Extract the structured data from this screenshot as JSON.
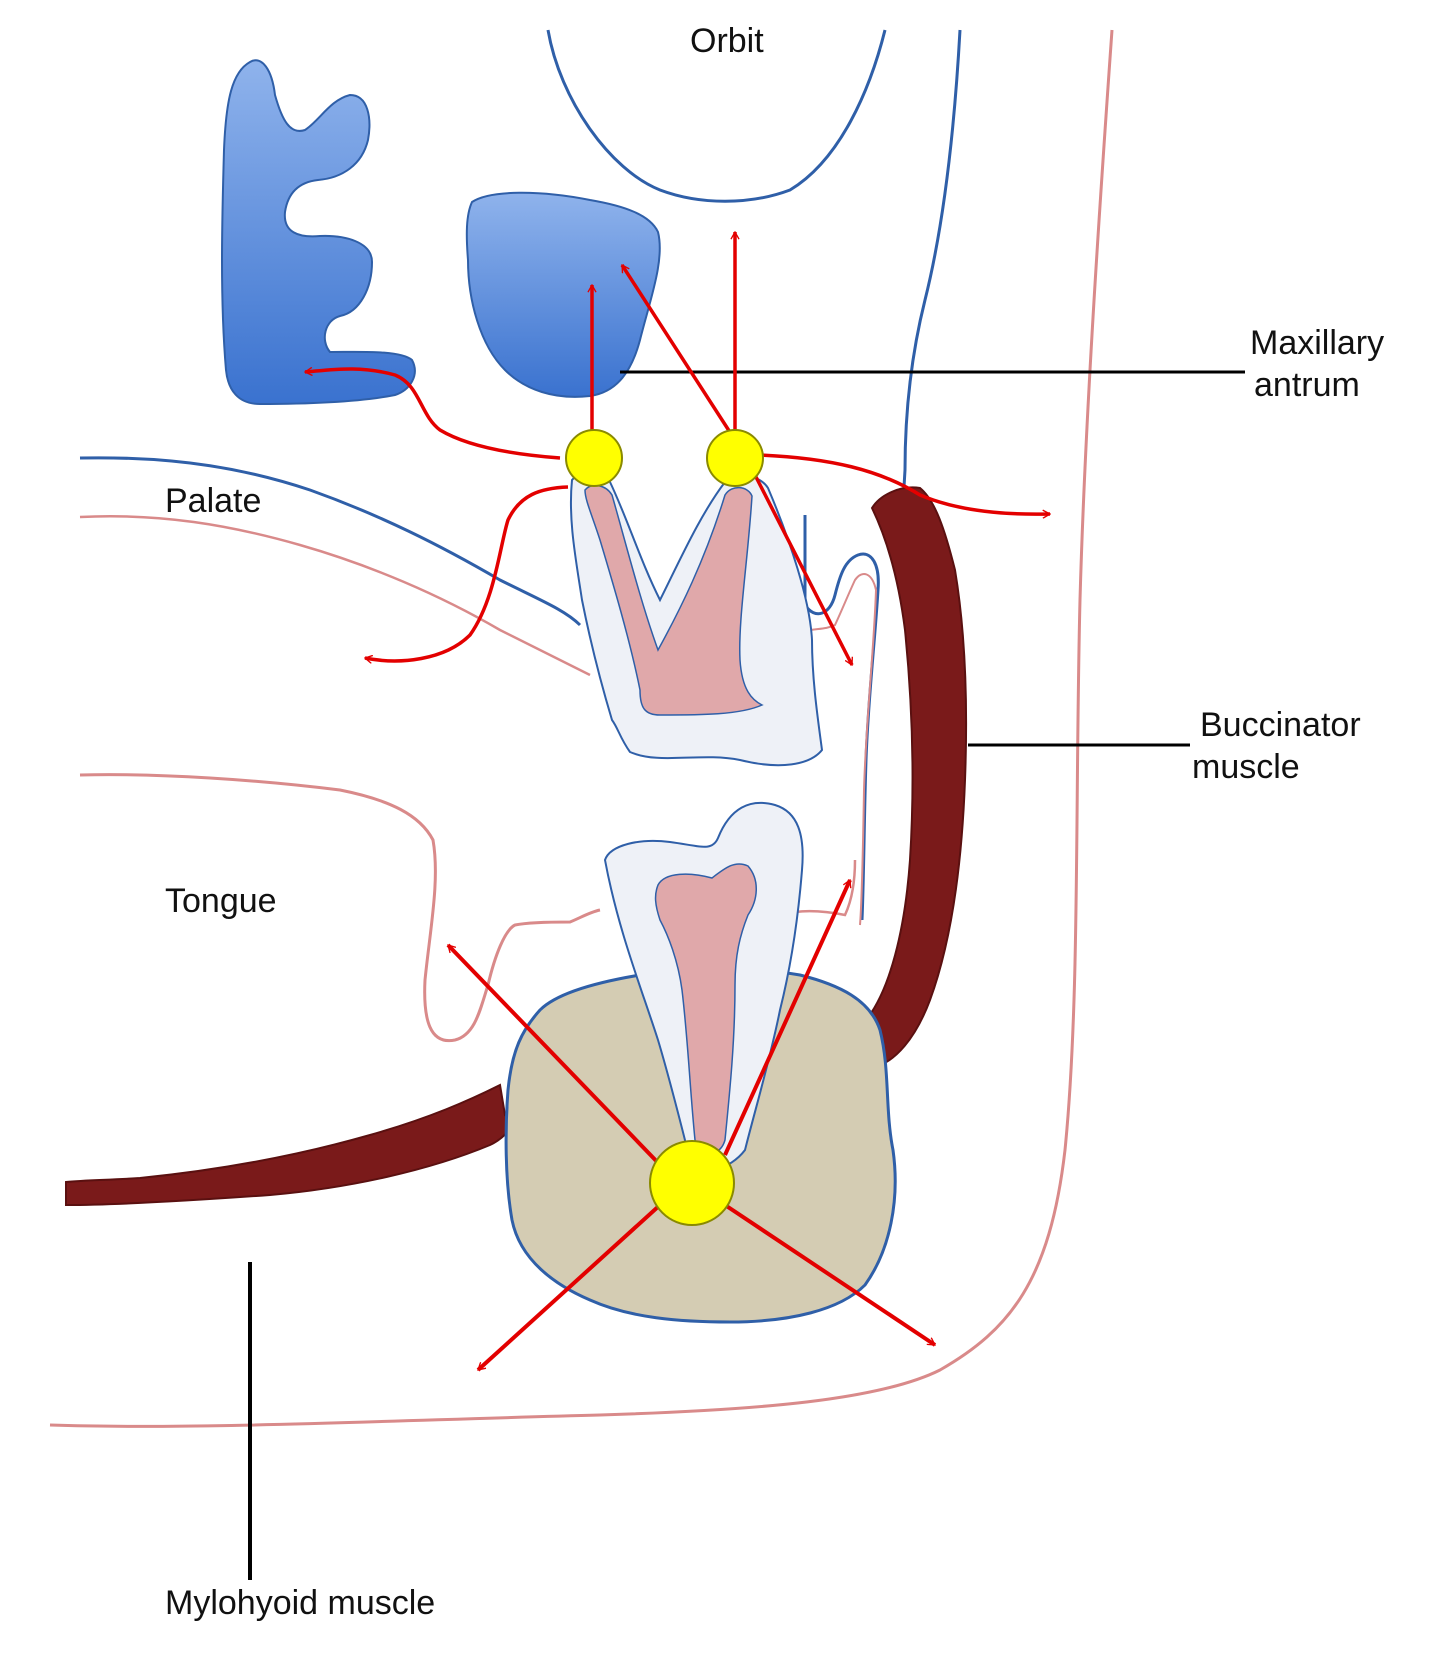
{
  "labels": {
    "orbit": "Orbit",
    "maxillary_antrum": [
      "Maxillary",
      "antrum"
    ],
    "palate": "Palate",
    "buccinator_muscle": [
      "Buccinator",
      "muscle"
    ],
    "tongue": "Tongue",
    "mylohyoid_muscle": "Mylohyoid muscle"
  },
  "colors": {
    "spread_arrow": "#e30000",
    "infection_focus": "#ffff00",
    "muscle": "#7a1a1a",
    "bone_blue": "#4a80d6",
    "mandible_bone": "#d4ccb3",
    "tooth_enamel": "#eef1f7",
    "tooth_pulp": "#e0a8aa",
    "mucosa_line": "#d98a8a",
    "outline_blue": "#2f5fa8"
  }
}
